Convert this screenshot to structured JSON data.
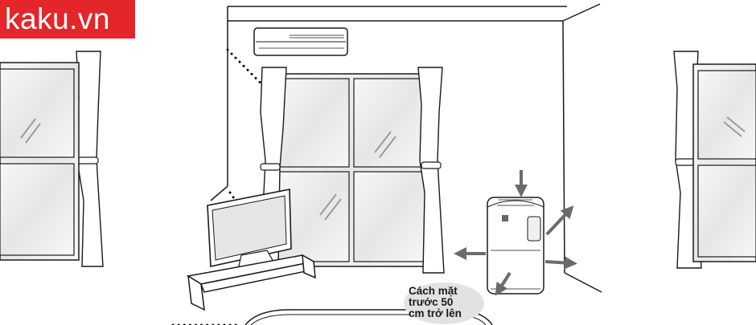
{
  "brand": {
    "logo_text": "kaku.vn",
    "logo_color": "#e3262a"
  },
  "callout": {
    "line1": "Cách mặt",
    "line2": "trước 50",
    "line3": "cm trở lên"
  },
  "colors": {
    "line": "#1a1a1a",
    "glass": "#ececec",
    "arrow": "#6b6b6b",
    "callout_bg": "#e2e2e2"
  }
}
